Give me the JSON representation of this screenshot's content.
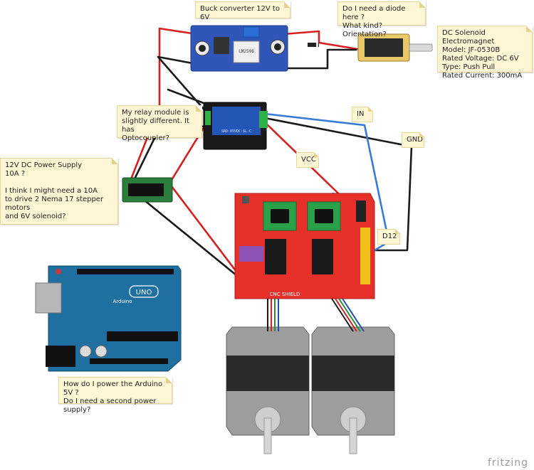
{
  "notes": {
    "buck": "Buck converter 12V to 6V",
    "diode": "Do I need a diode here ?\nWhat kind? Orientation?",
    "solenoid": "DC Solenoid Electromagnet\nModel: JF-0530B\nRated Voltage: DC 6V\nType: Push Pull\nRated Current: 300mA",
    "relay": "My relay module is\nslightly different. It has\nOptocoupler?",
    "power": "12V DC Power Supply\n10A ?\n\nI think I might need a 10A\nto drive 2 Nema 17 stepper motors\nand 6V solenoid?",
    "arduino": "How do I power the Arduino 5V ?\nDo I need a second power supply?"
  },
  "tags": {
    "in": "IN",
    "gnd": "GND",
    "vcc": "VCC",
    "d12": "D12"
  },
  "boards": {
    "arduino_logo": "UNO",
    "arduino_name": "Arduino",
    "shield_label": "CNC SHIELD",
    "relay_label": "SRD-05VDC-SL-C",
    "buck_label": "LM2596"
  },
  "watermark": "fritzing",
  "colors": {
    "wire_red": "#d4201e",
    "wire_black": "#1a1a1a",
    "wire_blue": "#3a7bd5",
    "shield_red": "#e8302a",
    "arduino_blue": "#1f6fa0",
    "buck_blue": "#2f56b8",
    "note_bg": "#fff6d5"
  }
}
